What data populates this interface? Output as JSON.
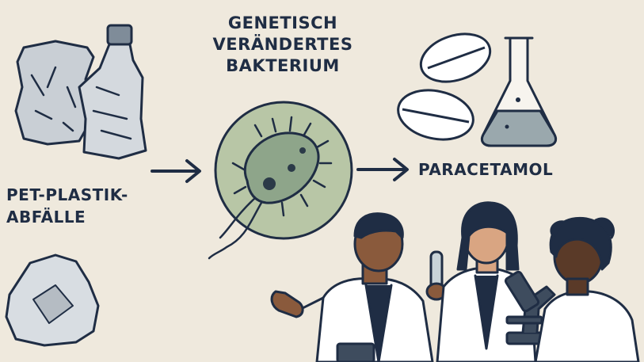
{
  "labels": {
    "input": [
      "PET-PLASTIK-",
      "ABFÄLLE"
    ],
    "process": [
      "GENETISCH",
      "VERÄNDERTES",
      "BAKTERIUM"
    ],
    "output": "PARACETAMOL"
  },
  "icons": {
    "bag": "plastic-bag-icon",
    "bottle": "plastic-bottle-icon",
    "waste": "plastic-waste-icon",
    "bacterium": "bacterium-icon",
    "tablets": "tablet-icon",
    "flask": "erlenmeyer-flask-icon",
    "scientists": "scientists-illustration",
    "microscope": "microscope-icon"
  },
  "colors": {
    "background": "#efe9dd",
    "ink": "#1f2d44",
    "bacterium_circle": "#b8c6a6",
    "bacterium_body": "#8ea58a",
    "plastic": "#c9cfd5",
    "coat": "#ffffff",
    "flask_liquid": "#9aa8ad"
  }
}
